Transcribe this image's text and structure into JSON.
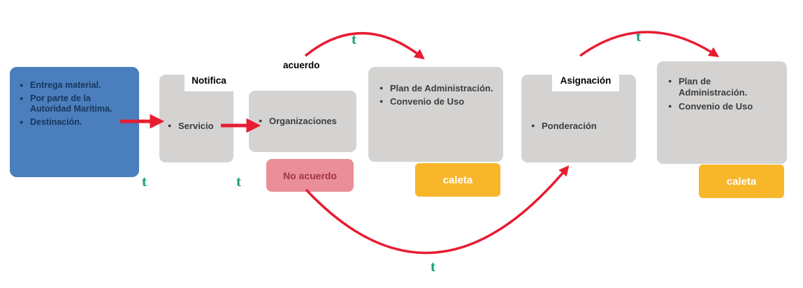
{
  "labels": {
    "t": "t",
    "acuerdo": "acuerdo",
    "notifica": "Notifica",
    "asignacion": "Asignación",
    "no_acuerdo": "No acuerdo",
    "caleta": "caleta"
  },
  "boxes": {
    "entrega": {
      "bullets": [
        "Entrega material.",
        "Por parte de la Autoridad Marítima.",
        "Destinación."
      ]
    },
    "servicio": {
      "bullets": [
        "Servicio"
      ]
    },
    "organizaciones": {
      "bullets": [
        "Organizaciones"
      ]
    },
    "plan_left": {
      "bullets": [
        "Plan de Administración.",
        "Convenio de Uso"
      ]
    },
    "ponderacion": {
      "bullets": [
        "Ponderación"
      ]
    },
    "plan_right": {
      "bullets": [
        "Plan de Administración.",
        "Convenio de Uso"
      ]
    }
  },
  "colors": {
    "blue_box": "#4a7ebc",
    "gray_box": "#d4d3d2",
    "pink_box": "#ea8e99",
    "pink_text": "#9e3644",
    "yellow_box": "#f8b62b",
    "green_t": "#17a076",
    "arrow_red": "#e81c31",
    "blue_text": "#17365d",
    "gray_text": "#3d3d3d"
  }
}
